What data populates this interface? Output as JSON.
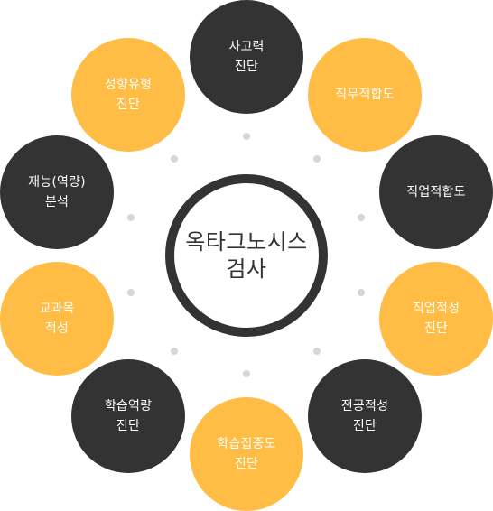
{
  "center": {
    "label": "옥타그노시스\n검사"
  },
  "nodes": [
    {
      "label": "사고력\n진단",
      "color": "#333333"
    },
    {
      "label": "직무적합도",
      "color": "#ffbd46"
    },
    {
      "label": "직업적합도",
      "color": "#333333"
    },
    {
      "label": "직업적성\n진단",
      "color": "#ffbd46"
    },
    {
      "label": "전공적성\n진단",
      "color": "#333333"
    },
    {
      "label": "학습집중도\n진단",
      "color": "#ffbd46"
    },
    {
      "label": "학습역량\n진단",
      "color": "#333333"
    },
    {
      "label": "교과목\n적성",
      "color": "#ffbd46"
    },
    {
      "label": "재능(역량)\n분석",
      "color": "#333333"
    },
    {
      "label": "성향유형\n진단",
      "color": "#ffbd46"
    }
  ],
  "colors": {
    "dark": "#333333",
    "accent": "#ffbd46",
    "dot": "#d6d6d6"
  }
}
